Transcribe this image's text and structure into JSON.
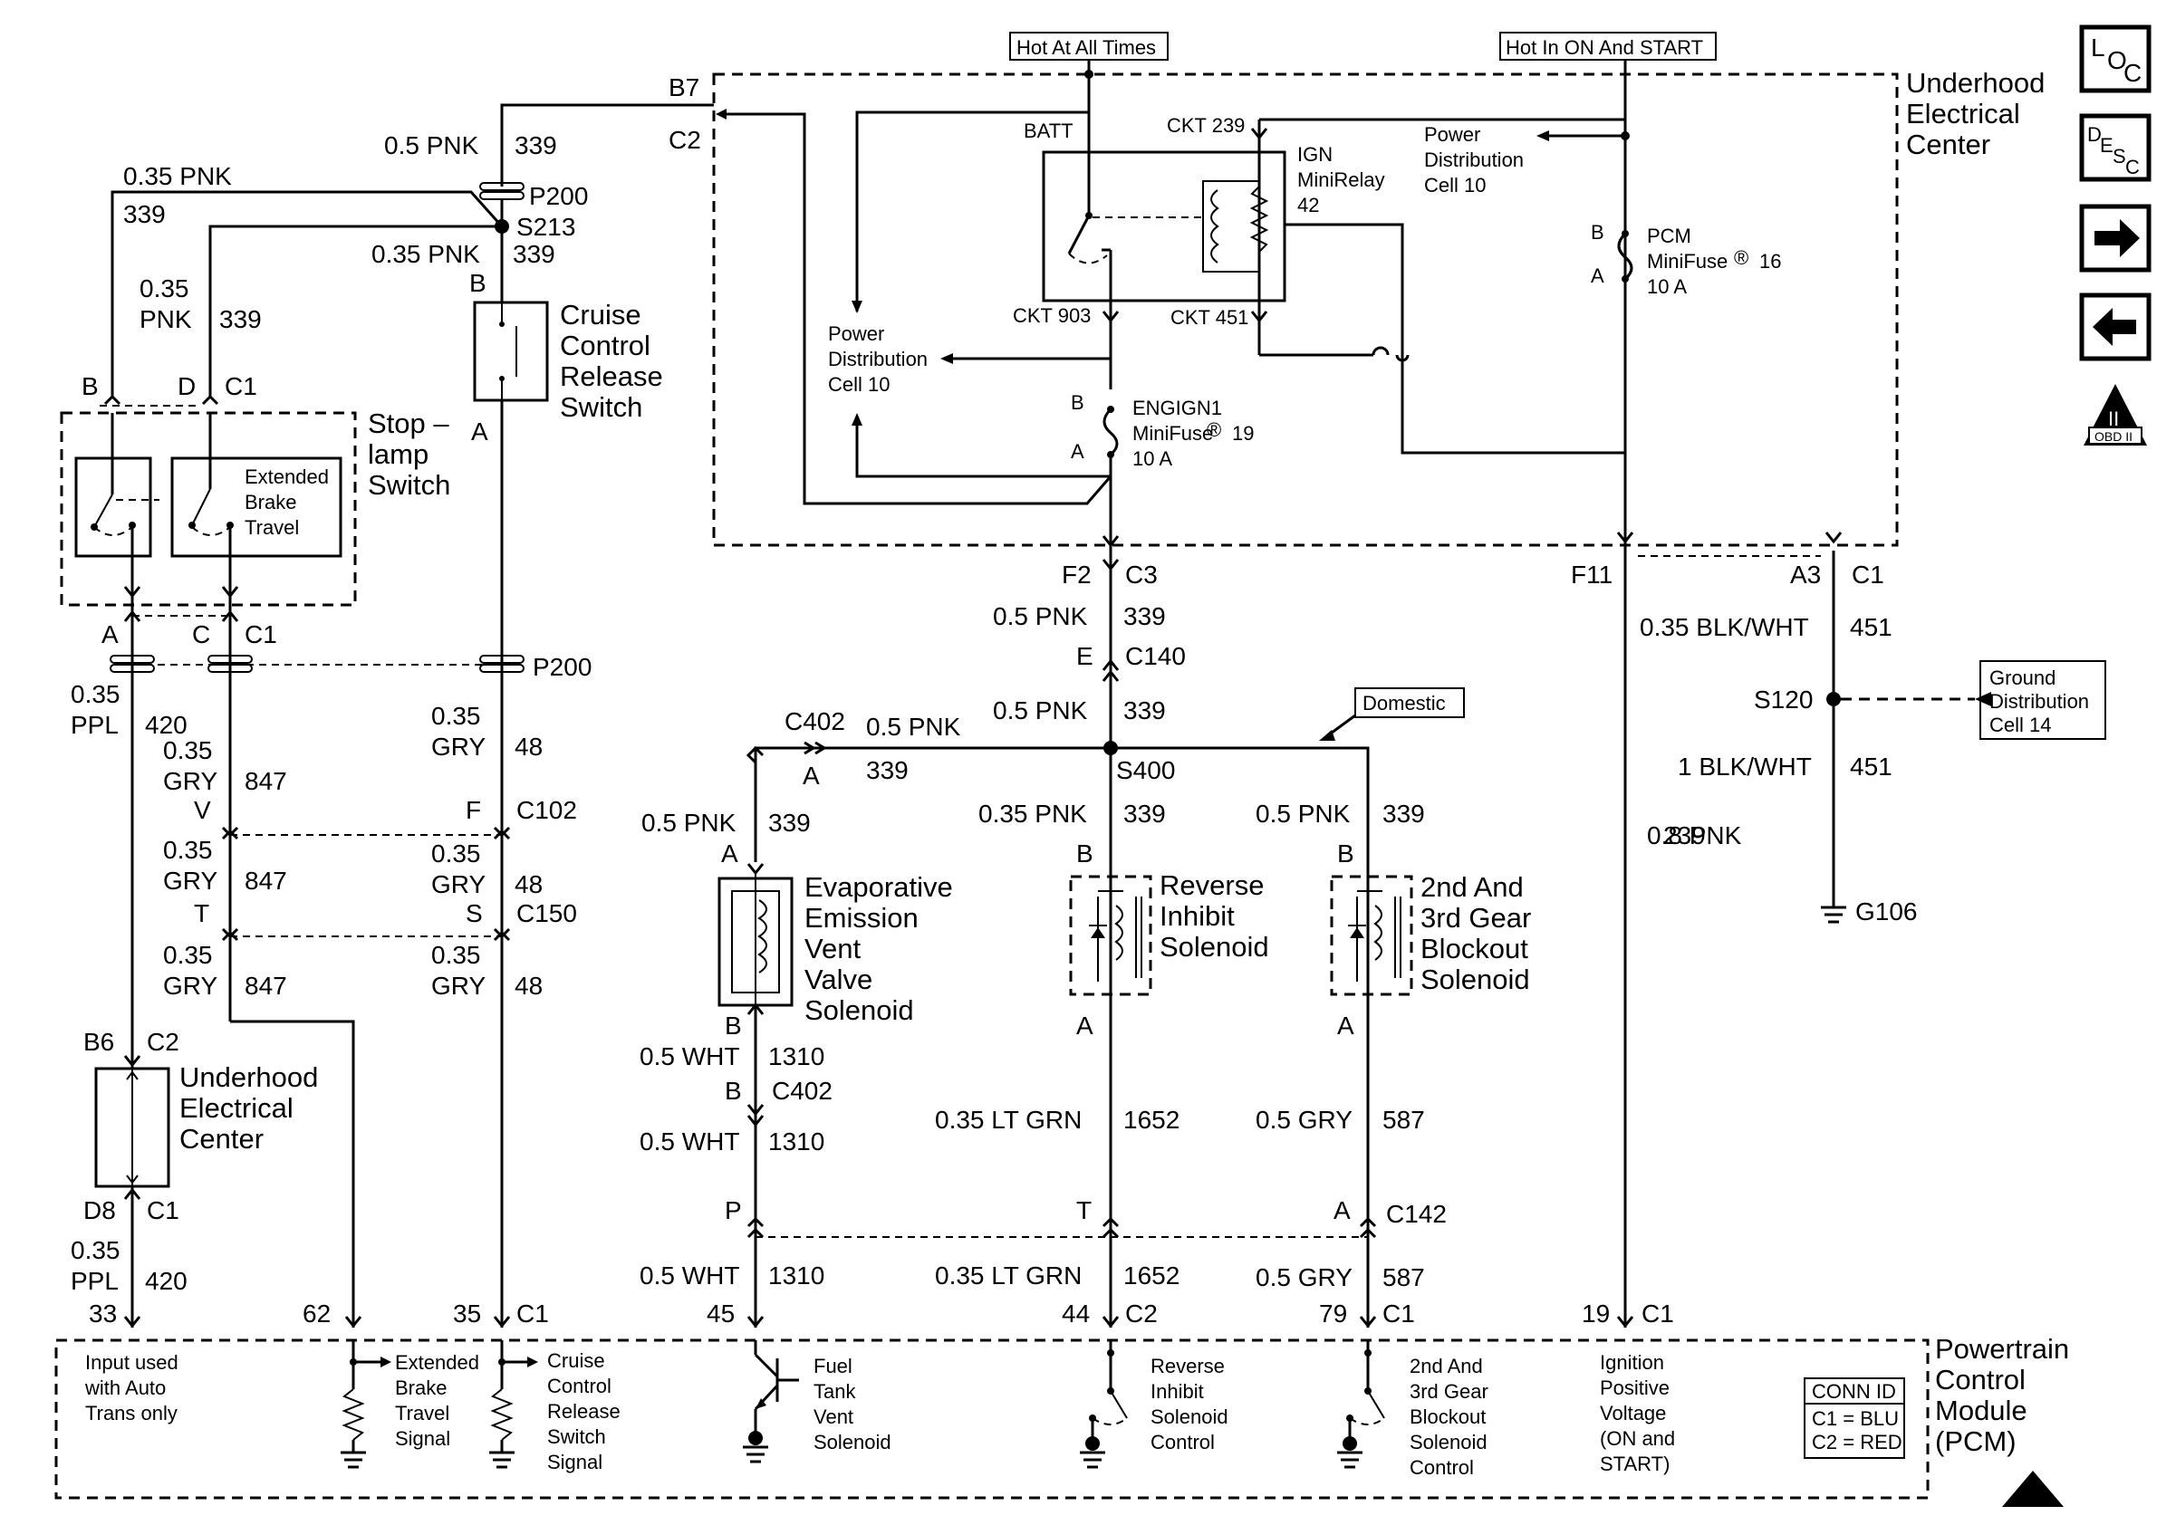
{
  "rails": {
    "hot_all_times": "Hot At All Times",
    "hot_on_start": "Hot In ON And START"
  },
  "uec_top": {
    "title": [
      "Underhood",
      "Electrical",
      "Center"
    ]
  },
  "side_buttons": {
    "loc": {
      "a": "L",
      "b": "O",
      "c": "C"
    },
    "desc": {
      "a": "D",
      "b": "E",
      "c": "S",
      "d": "C"
    },
    "obd": "OBD II",
    "obd_roman": "II"
  },
  "fuse_block": {
    "batt": "BATT",
    "ckt239": "CKT 239",
    "ckt903": "CKT 903",
    "ckt451": "CKT 451",
    "relay": [
      "IGN",
      "MiniRelay",
      "42"
    ],
    "pdc_right": [
      "Power",
      "Distribution",
      "Cell 10"
    ],
    "pdc_left": [
      "Power",
      "Distribution",
      "Cell 10"
    ],
    "pcm_fuse": {
      "b": "B",
      "a": "A",
      "name": "PCM",
      "mini": "MiniFuse",
      "num": "16",
      "amp": "10 A"
    },
    "eng_fuse": {
      "b": "B",
      "a": "A",
      "name": "ENGIGN1",
      "mini": "MiniFuse",
      "num": "19",
      "amp": "10 A"
    },
    "reg": "®"
  },
  "connectors": {
    "b7": "B7",
    "c2_top": "C2",
    "f2": "F2",
    "c3": "C3",
    "f11": "F11",
    "a3": "A3",
    "c1_a3": "C1",
    "e": "E",
    "c140": "C140",
    "p200_top": "P200",
    "s213": "S213",
    "p200_mid": "P200",
    "b_cruise": "B",
    "a_cruise": "A",
    "b_stop": "B",
    "d_stop": "D",
    "c1_stop": "C1",
    "a_stop": "A",
    "c_stop": "C",
    "c1_stop2": "C1",
    "v": "V",
    "f": "F",
    "c102": "C102",
    "t": "T",
    "s": "S",
    "c150": "C150",
    "b6": "B6",
    "c2_uec": "C2",
    "d8": "D8",
    "c1_uec": "C1",
    "c402a": "C402",
    "a402": "A",
    "s400": "S400",
    "a_evap": "A",
    "b_evap": "B",
    "b402": "B",
    "c402b": "C402",
    "b_rev": "B",
    "a_rev": "A",
    "b_2nd": "B",
    "a_2nd": "A",
    "p142": "P",
    "t142": "T",
    "a142": "A",
    "c142": "C142",
    "s120": "S120",
    "g106": "G106",
    "pin33": "33",
    "pin62": "62",
    "pin35": "35",
    "c1_pcm_l": "C1",
    "pin45": "45",
    "pin44": "44",
    "c2_pcm": "C2",
    "pin79": "79",
    "c1_pcm_m": "C1",
    "pin19": "19",
    "c1_pcm_r": "C1"
  },
  "wires": {
    "w_339_top": {
      "g": "0.5 PNK",
      "c": "339"
    },
    "w_035pnk_left": {
      "g": "0.35 PNK",
      "c": "339"
    },
    "w_s213_below": {
      "g": "0.35 PNK",
      "c": "339"
    },
    "w_d_stop": {
      "g1": "0.35",
      "g2": "PNK",
      "c": "339"
    },
    "w_ppl_a": {
      "g1": "0.35",
      "g2": "PPL",
      "c": "420"
    },
    "w_gry_c1": {
      "g1": "0.35",
      "g2": "GRY",
      "c": "847"
    },
    "w_gry_c2": {
      "g1": "0.35",
      "g2": "GRY",
      "c": "847"
    },
    "w_gry_c3": {
      "g1": "0.35",
      "g2": "GRY",
      "c": "847"
    },
    "w_gry48_1": {
      "g1": "0.35",
      "g2": "GRY",
      "c": "48"
    },
    "w_gry48_2": {
      "g1": "0.35",
      "g2": "GRY",
      "c": "48"
    },
    "w_gry48_3": {
      "g1": "0.35",
      "g2": "GRY",
      "c": "48"
    },
    "w_ppl_b": {
      "g1": "0.35",
      "g2": "PPL",
      "c": "420"
    },
    "w_c3": {
      "g": "0.5 PNK",
      "c": "339"
    },
    "w_s400": {
      "g": "0.5 PNK",
      "c": "339"
    },
    "w_c402": {
      "g": "0.5 PNK",
      "c": "339"
    },
    "w_evap_a": {
      "g": "0.5 PNK",
      "c": "339"
    },
    "w_rev_b": {
      "g": "0.35 PNK",
      "c": "339"
    },
    "w_2nd_b": {
      "g": "0.5 PNK",
      "c": "339"
    },
    "w_wht1": {
      "g": "0.5 WHT",
      "c": "1310"
    },
    "w_wht2": {
      "g": "0.5 WHT",
      "c": "1310"
    },
    "w_wht3": {
      "g": "0.5 WHT",
      "c": "1310"
    },
    "w_ltgrn1": {
      "g": "0.35 LT GRN",
      "c": "1652"
    },
    "w_ltgrn2": {
      "g": "0.35 LT GRN",
      "c": "1652"
    },
    "w_gry587_1": {
      "g": "0.5 GRY",
      "c": "587"
    },
    "w_gry587_2": {
      "g": "0.5 GRY",
      "c": "587"
    },
    "w_pnk239": {
      "g": "0.8 PNK",
      "c": "239"
    },
    "w_blkwht1": {
      "g": "0.35 BLK/WHT",
      "c": "451"
    },
    "w_blkwht2": {
      "g": "1 BLK/WHT",
      "c": "451"
    }
  },
  "components": {
    "cruise": [
      "Cruise",
      "Control",
      "Release",
      "Switch"
    ],
    "stoplamp": [
      "Stop –",
      "lamp",
      "Switch"
    ],
    "ext_brake": [
      "Extended",
      "Brake",
      "Travel"
    ],
    "uec_left": [
      "Underhood",
      "Electrical",
      "Center"
    ],
    "evap": [
      "Evaporative",
      "Emission",
      "Vent",
      "Valve",
      "Solenoid"
    ],
    "reverse": [
      "Reverse",
      "Inhibit",
      "Solenoid"
    ],
    "second": [
      "2nd And",
      "3rd Gear",
      "Blockout",
      "Solenoid"
    ],
    "domestic": "Domestic",
    "ground_dist": [
      "Ground",
      "Distribution",
      "Cell 14"
    ]
  },
  "pcm": {
    "title": [
      "Powertrain",
      "Control",
      "Module",
      "(PCM)"
    ],
    "input_note": [
      "Input used",
      "with Auto",
      "Trans only"
    ],
    "ext_brake_sig": [
      "Extended",
      "Brake",
      "Travel",
      "Signal"
    ],
    "cruise_sig": [
      "Cruise",
      "Control",
      "Release",
      "Switch",
      "Signal"
    ],
    "fuel_tank": [
      "Fuel",
      "Tank",
      "Vent",
      "Solenoid"
    ],
    "rev_ctrl": [
      "Reverse",
      "Inhibit",
      "Solenoid",
      "Control"
    ],
    "blockout_ctrl": [
      "2nd And",
      "3rd Gear",
      "Blockout",
      "Solenoid",
      "Control"
    ],
    "ign_volt": [
      "Ignition",
      "Positive",
      "Voltage",
      "(ON and",
      "START)"
    ],
    "conn_id": {
      "title": "CONN ID",
      "c1": "C1 = BLU",
      "c2": "C2 = RED"
    }
  }
}
